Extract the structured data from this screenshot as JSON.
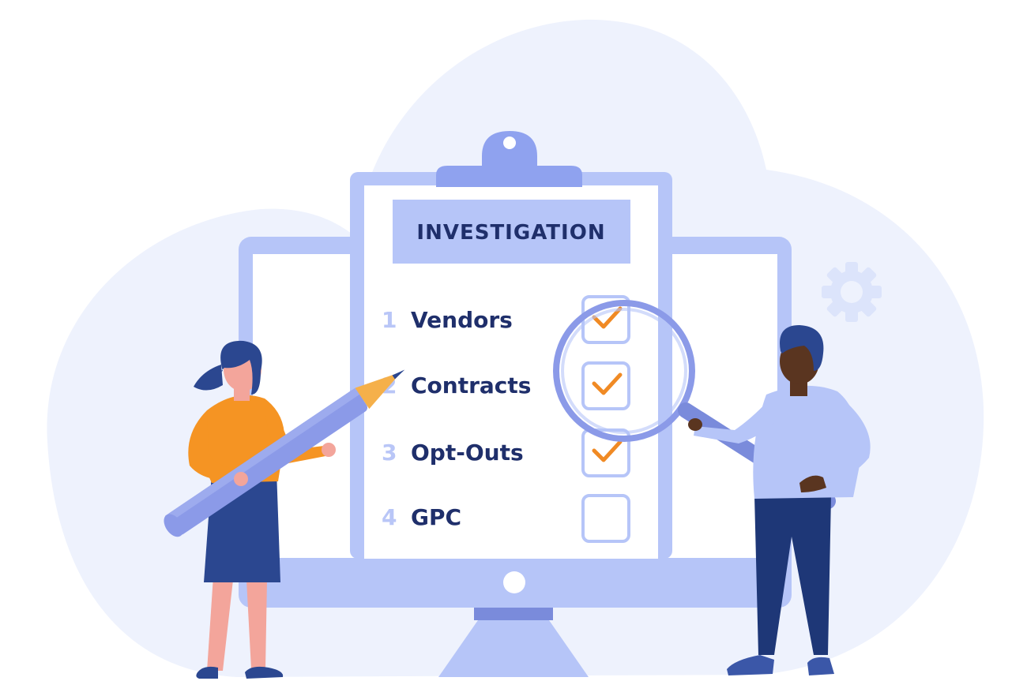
{
  "clipboard": {
    "title": "INVESTIGATION",
    "items": [
      {
        "number": "1",
        "label": "Vendors",
        "checked": true
      },
      {
        "number": "2",
        "label": "Contracts",
        "checked": true
      },
      {
        "number": "3",
        "label": "Opt-Outs",
        "checked": true
      },
      {
        "number": "4",
        "label": "GPC",
        "checked": false
      }
    ]
  },
  "colors": {
    "background_blob": "#eef2fd",
    "monitor": "#b6c5f8",
    "clipboard_clip": "#8fa2ef",
    "title_box": "#b6c5f8",
    "text_dark": "#1f2f6b",
    "check_orange": "#f08a24",
    "pencil": "#8b9ae8",
    "shirt_orange": "#f59423",
    "skirt_navy": "#2b4790",
    "man_shirt": "#b6c5f8",
    "man_pants": "#1e3777"
  },
  "icons": [
    "gear-icon",
    "magnifying-glass-icon",
    "pencil-icon",
    "checkbox-icon"
  ]
}
